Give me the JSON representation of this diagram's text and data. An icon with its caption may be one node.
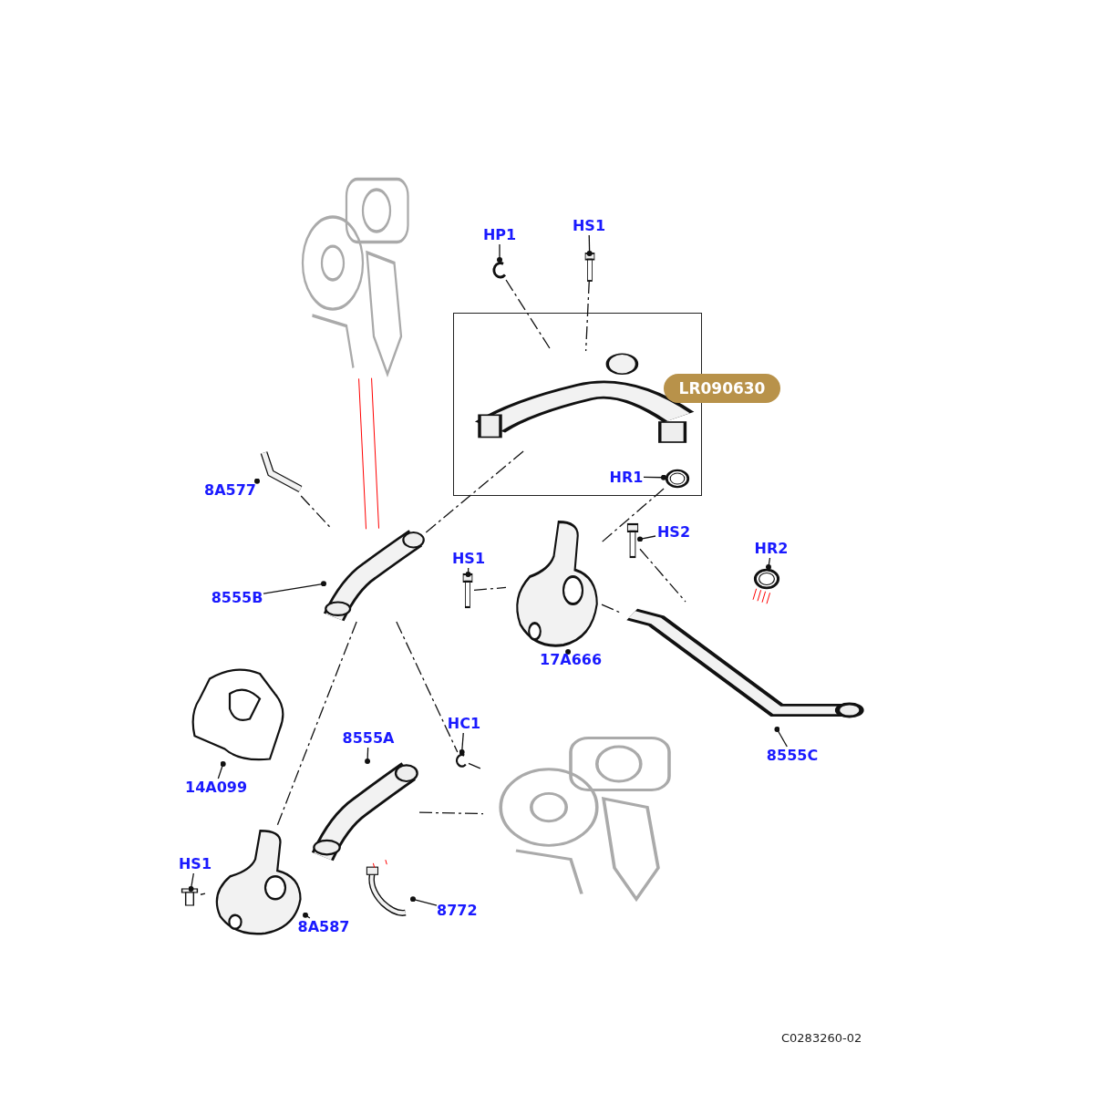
{
  "diagram": {
    "nodes": [
      {
        "text": [
          "HP1"
        ]
      },
      {
        "text": [],
        "shape": "picture"
      },
      {
        "text": [
          "HS1"
        ]
      },
      {
        "text": [],
        "shape": "picture"
      },
      {
        "text": [],
        "shape": "box"
      },
      {
        "text": [],
        "shape": "picture",
        "in": 4
      },
      {
        "text": [
          "LR090630"
        ]
      },
      {
        "text": [
          "HR1"
        ],
        "in": 4
      },
      {
        "text": [],
        "shape": "picture",
        "in": 4
      },
      {
        "text": [
          "8A577"
        ]
      },
      {
        "text": [],
        "shape": "picture"
      },
      {
        "text": [],
        "shape": "picture"
      },
      {
        "text": [
          "8555B"
        ]
      },
      {
        "text": [],
        "shape": "picture"
      },
      {
        "text": [
          "HS2"
        ]
      },
      {
        "text": [],
        "shape": "picture"
      },
      {
        "text": [
          "HS1"
        ]
      },
      {
        "text": [],
        "shape": "picture"
      },
      {
        "text": [
          "HR2"
        ]
      },
      {
        "text": [],
        "shape": "picture"
      },
      {
        "text": [
          "17A666"
        ]
      },
      {
        "text": [],
        "shape": "picture"
      },
      {
        "text": [
          "8555C"
        ]
      },
      {
        "text": [],
        "shape": "picture"
      },
      {
        "text": [
          "14A099"
        ]
      },
      {
        "text": [],
        "shape": "picture"
      },
      {
        "text": [
          "HC1"
        ]
      },
      {
        "text": [],
        "shape": "picture"
      },
      {
        "text": [
          "8555A"
        ]
      },
      {
        "text": [],
        "shape": "picture"
      },
      {
        "text": [],
        "shape": "picture"
      },
      {
        "text": [
          "HS1"
        ]
      },
      {
        "text": [],
        "shape": "picture"
      },
      {
        "text": [
          "8A587"
        ]
      },
      {
        "text": [],
        "shape": "picture"
      },
      {
        "text": [
          "8772"
        ]
      },
      {
        "text": [],
        "shape": "picture"
      }
    ],
    "edges": [
      {
        "from": 0,
        "to": 1,
        "arrow": "other"
      },
      {
        "from": 2,
        "to": 3,
        "arrow": "other"
      },
      {
        "from": 7,
        "to": 8,
        "arrow": "other"
      },
      {
        "from": 9,
        "to": 10,
        "arrow": "other"
      },
      {
        "from": 12,
        "to": 13,
        "arrow": "other"
      },
      {
        "from": 14,
        "to": 15,
        "arrow": "other"
      },
      {
        "from": 16,
        "to": 17,
        "arrow": "other"
      },
      {
        "from": 18,
        "to": 19,
        "arrow": "other"
      },
      {
        "from": 20,
        "to": 21,
        "arrow": "other"
      },
      {
        "from": 22,
        "to": 23,
        "arrow": "other"
      },
      {
        "from": 24,
        "to": 25,
        "arrow": "other"
      },
      {
        "from": 26,
        "to": 27,
        "arrow": "other"
      },
      {
        "from": 28,
        "to": 29,
        "arrow": "other"
      },
      {
        "from": 31,
        "to": 32,
        "arrow": "other"
      },
      {
        "from": 33,
        "to": 34,
        "arrow": "other"
      },
      {
        "from": 35,
        "to": 36,
        "arrow": "other"
      },
      {
        "from": 1,
        "to": 5,
        "arrow": "none",
        "style": "dashed"
      },
      {
        "from": 3,
        "to": 5,
        "arrow": "none",
        "style": "dashed"
      },
      {
        "from": 5,
        "to": 13,
        "arrow": "none",
        "style": "dashed"
      },
      {
        "from": 8,
        "to": 21,
        "arrow": "none",
        "style": "dashed"
      },
      {
        "from": 10,
        "to": 13,
        "arrow": "none",
        "style": "dashed"
      },
      {
        "from": 15,
        "to": 23,
        "arrow": "none",
        "style": "dashed"
      },
      {
        "from": 21,
        "to": 23,
        "arrow": "none",
        "style": "dashed"
      },
      {
        "from": 17,
        "to": 21,
        "arrow": "none",
        "style": "dashed"
      },
      {
        "from": 13,
        "to": 34,
        "arrow": "none",
        "style": "dashed"
      },
      {
        "from": 13,
        "to": 27,
        "arrow": "none",
        "style": "dashed"
      },
      {
        "from": 29,
        "to": 30,
        "arrow": "none",
        "style": "dashed"
      },
      {
        "from": 27,
        "to": 30,
        "arrow": "none",
        "style": "dashed"
      },
      {
        "from": 32,
        "to": 34,
        "arrow": "none",
        "style": "dashed"
      },
      {
        "from": 11,
        "to": 13,
        "arrow": "none",
        "color": "#ff0000"
      },
      {
        "from": 11,
        "to": 13,
        "arrow": "none",
        "color": "#ff0000"
      },
      {
        "from": 19,
        "to": 23,
        "arrow": "none",
        "color": "#ff0000"
      },
      {
        "from": 19,
        "to": 23,
        "arrow": "none",
        "color": "#ff0000"
      },
      {
        "from": 19,
        "to": 23,
        "arrow": "none",
        "color": "#ff0000"
      },
      {
        "from": 19,
        "to": 23,
        "arrow": "none",
        "color": "#ff0000"
      },
      {
        "from": 29,
        "to": 36,
        "arrow": "none",
        "color": "#ff0000"
      },
      {
        "from": 29,
        "to": 36,
        "arrow": "none",
        "color": "#ff0000"
      }
    ],
    "labels": [
      "C0283260-02"
    ]
  }
}
